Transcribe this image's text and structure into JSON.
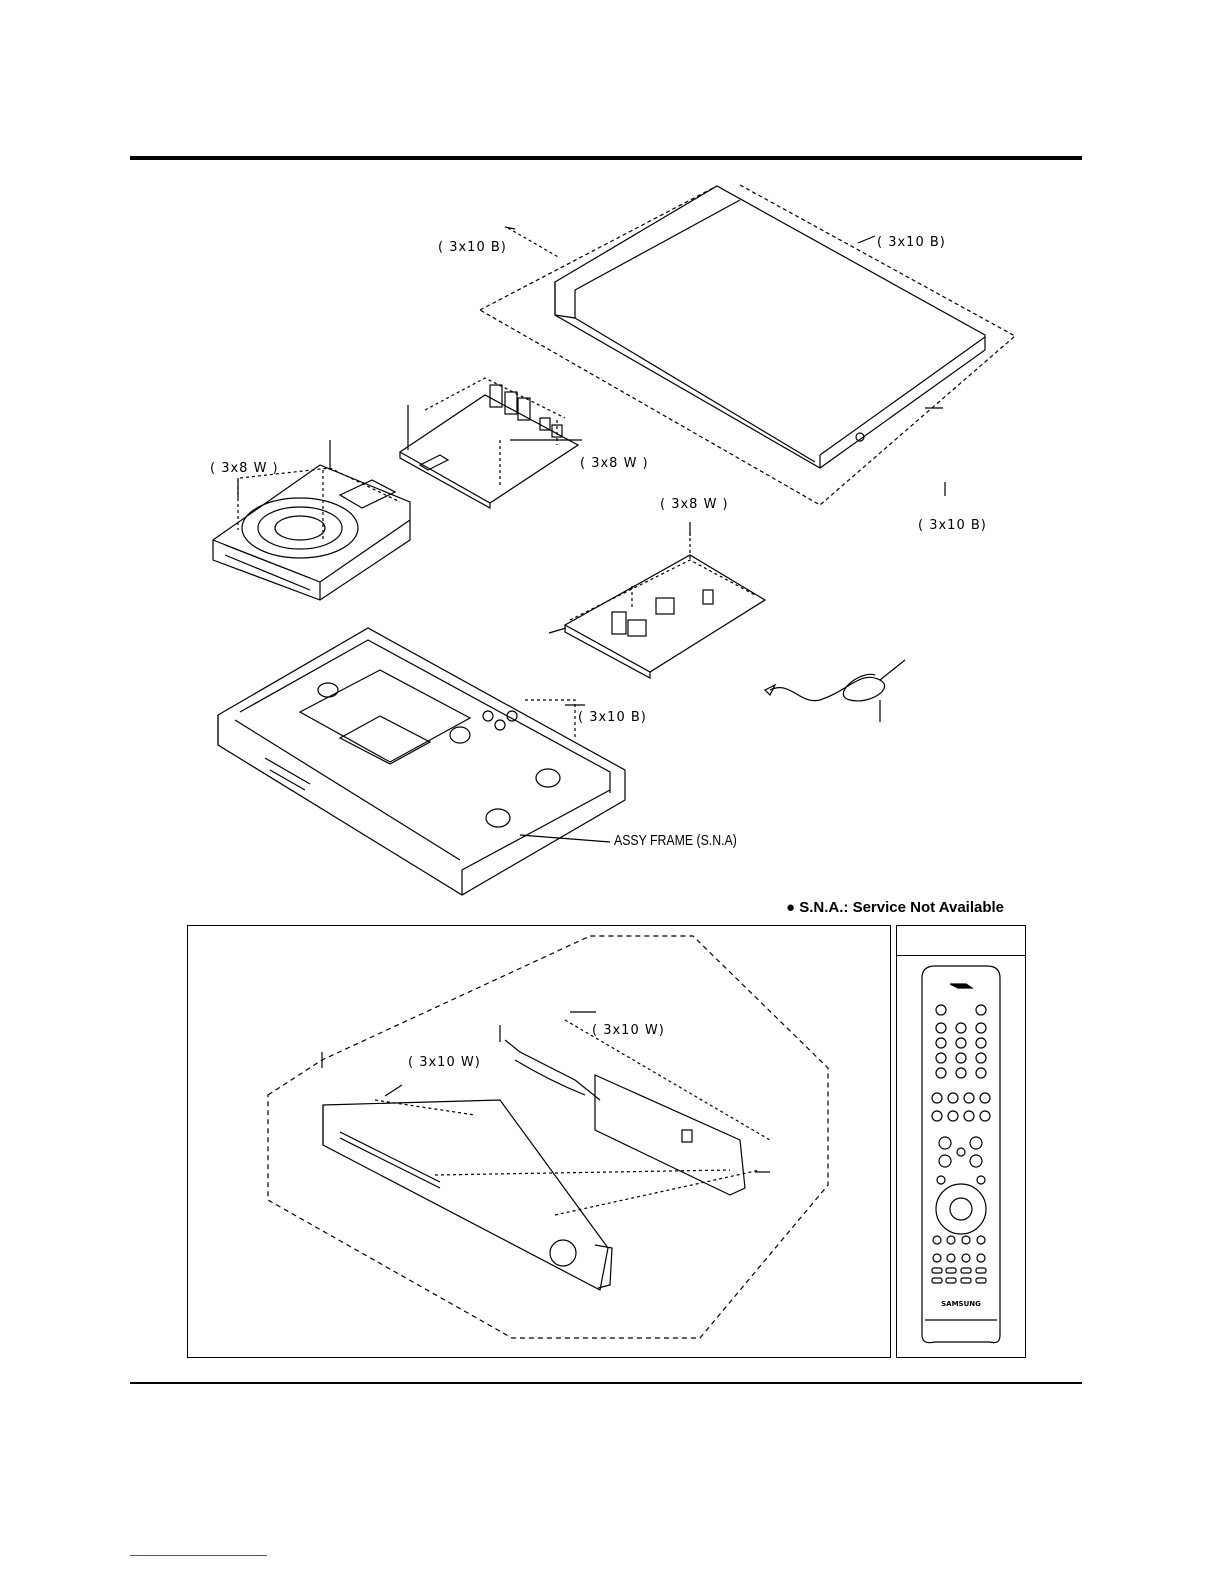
{
  "screw_labels": {
    "cover_left": "( 3x10  B)",
    "cover_top_right": "( 3x10  B)",
    "cover_bottom_right": "( 3x10  B)",
    "deck": "( 3x8 W )",
    "main_board": "( 3x8 W )",
    "power_board": "( 3x8 W )",
    "frame_rear": "( 3x10  B)",
    "front_right": "( 3x10  W)",
    "front_left": "( 3x10  W)"
  },
  "frame_label": "ASSY FRAME (S.N.A)",
  "legend": {
    "bullet": "●",
    "text": "S.N.A.: Service Not Available"
  },
  "remote": {
    "brand": "SAMSUNG"
  }
}
